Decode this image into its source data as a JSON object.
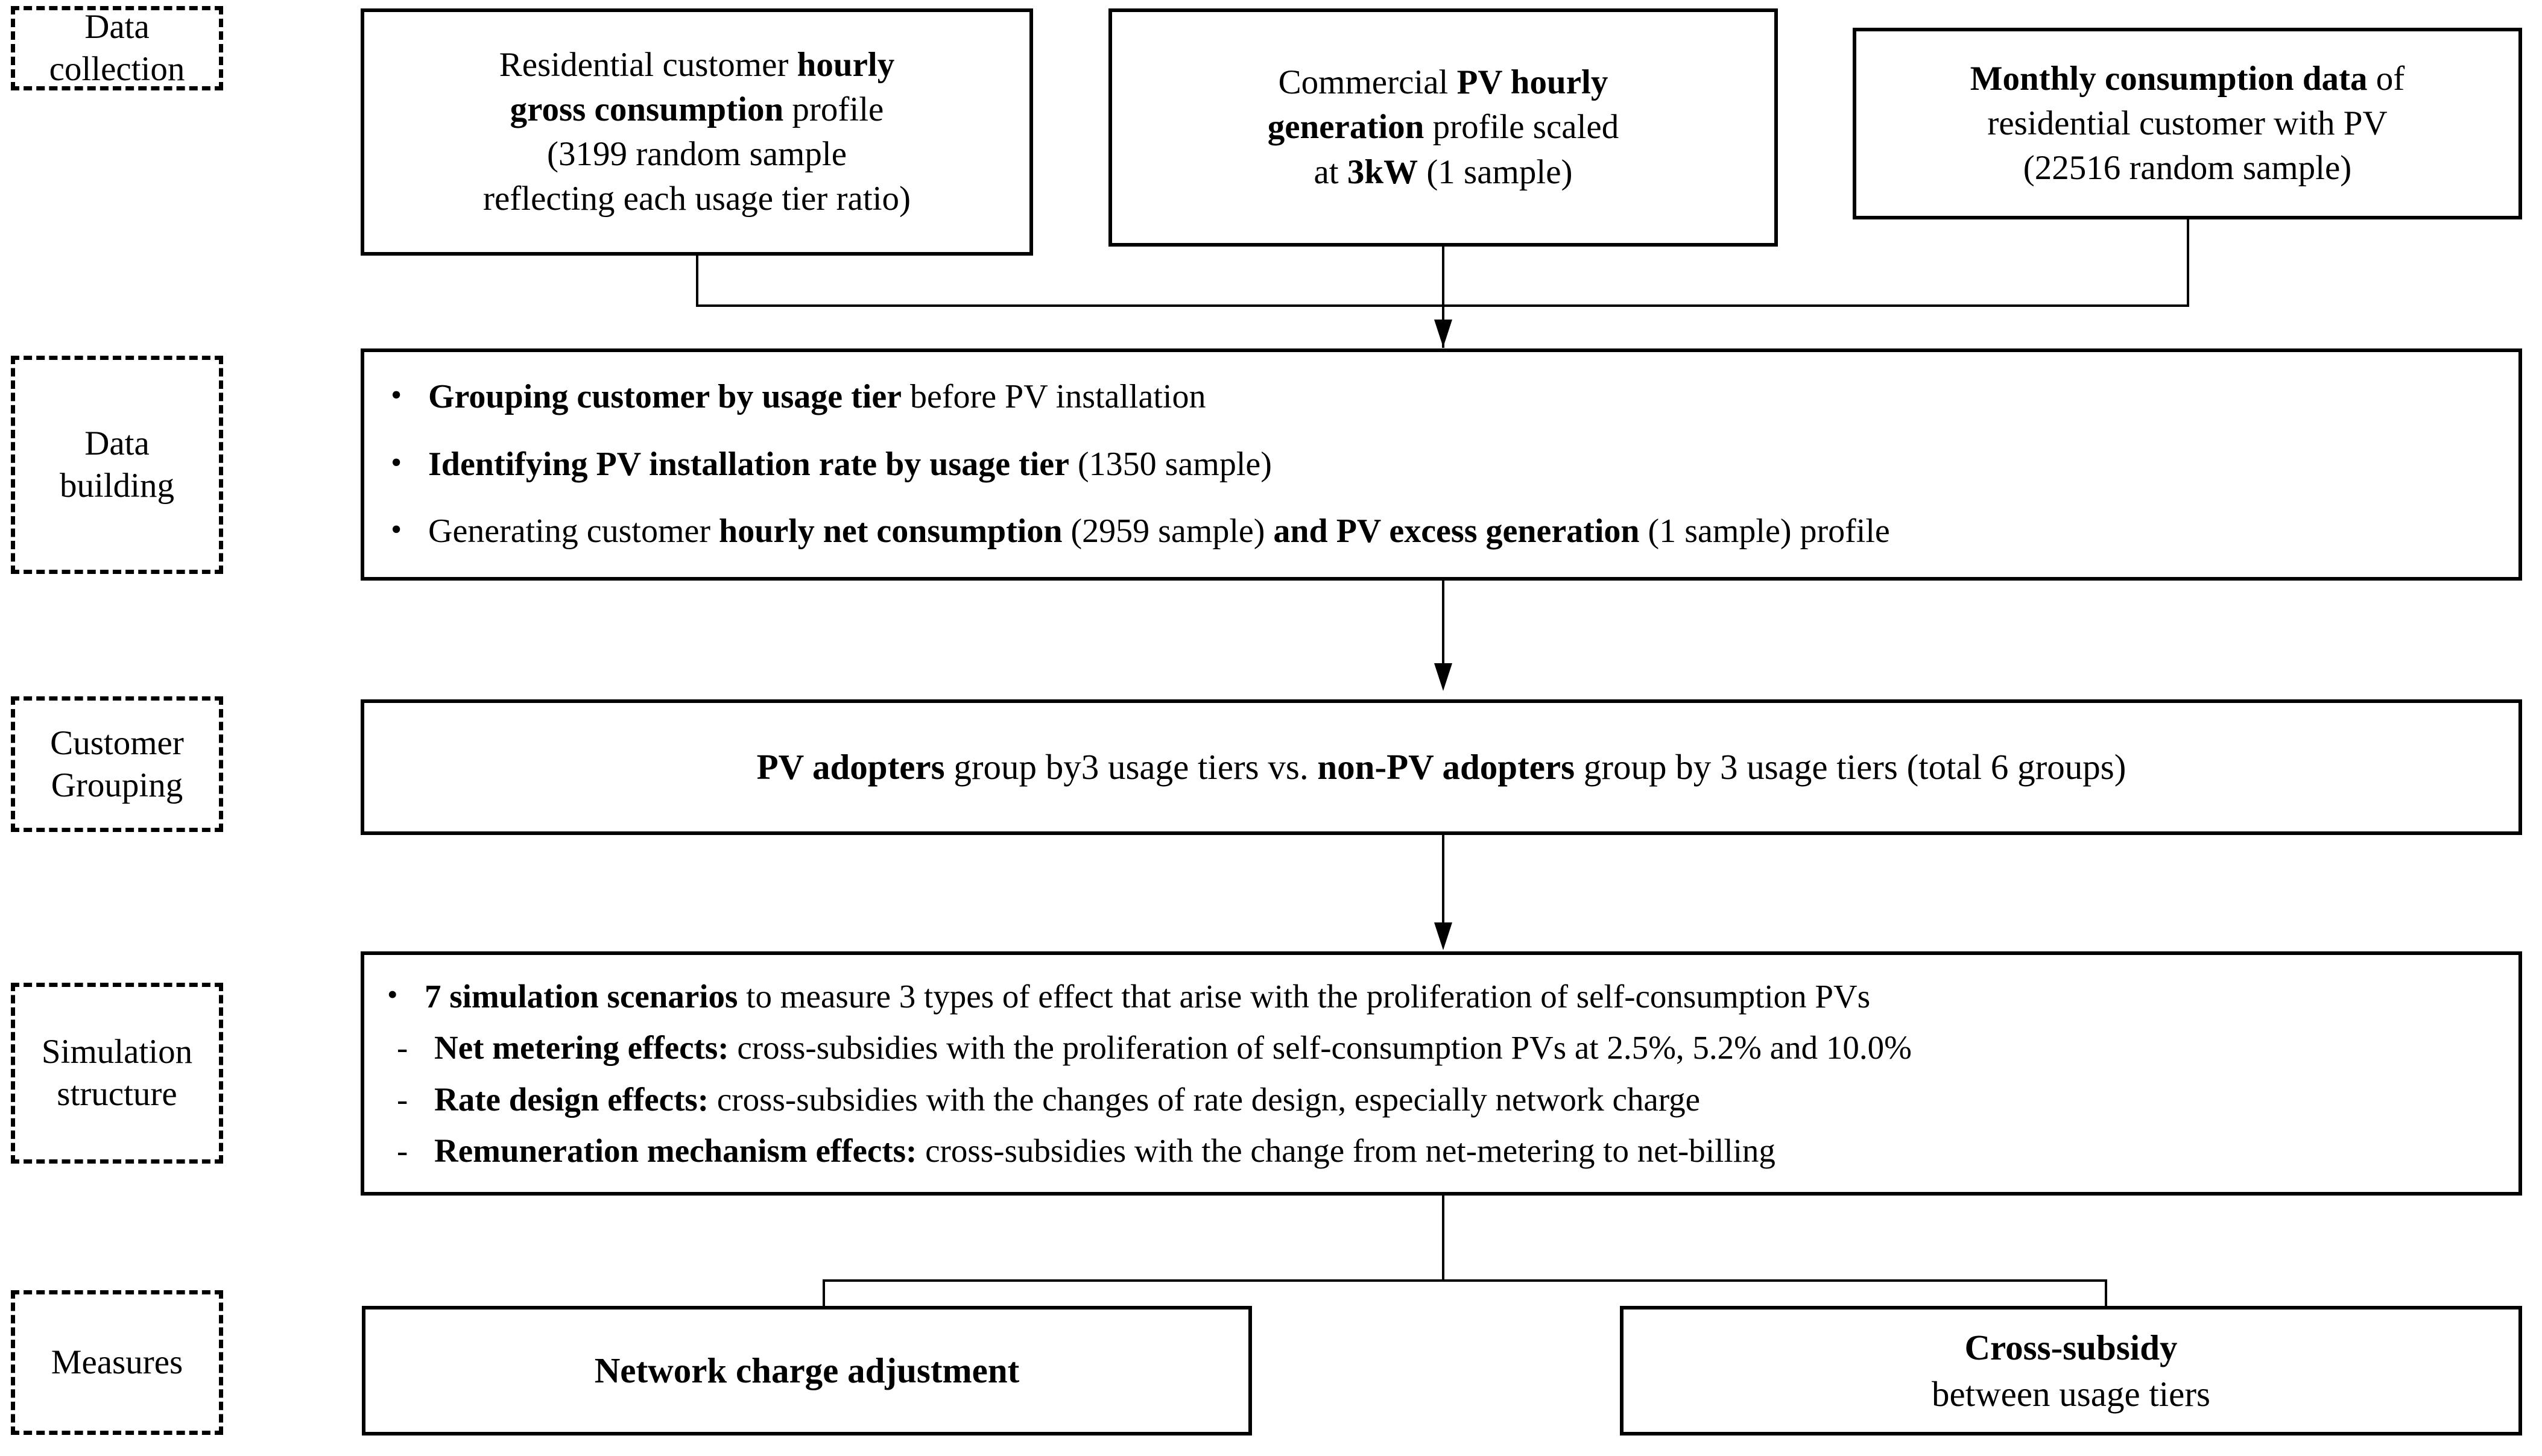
{
  "stages": [
    {
      "id": "data-collection",
      "lines": [
        "Data",
        "collection"
      ]
    },
    {
      "id": "data-building",
      "lines": [
        "Data",
        "building"
      ]
    },
    {
      "id": "customer-grouping",
      "lines": [
        "Customer",
        "Grouping"
      ]
    },
    {
      "id": "simulation-structure",
      "lines": [
        "Simulation",
        "structure"
      ]
    },
    {
      "id": "measures",
      "lines": [
        "Measures"
      ]
    }
  ],
  "data_collection": {
    "box1": {
      "line1_plain": "Residential customer ",
      "line1_bold": "hourly",
      "line2_bold": "gross consumption",
      "line2_plain": " profile",
      "line3": "(3199 random sample",
      "line4": "reflecting  each usage tier ratio)"
    },
    "box2": {
      "line1_plain": "Commercial ",
      "line1_bold": "PV hourly",
      "line2_bold": "generation",
      "line2_plain": " profile scaled",
      "line3_plain_a": "at ",
      "line3_bold": "3kW",
      "line3_plain_b": " (1 sample)"
    },
    "box3": {
      "line1_bold": "Monthly consumption data",
      "line1_plain": " of",
      "line2": "residential  customer with PV",
      "line3": "(22516 random sample)"
    }
  },
  "data_building": {
    "bullet_mark": "•",
    "items": [
      {
        "bold": "Grouping customer by usage tier",
        "plain": " before PV installation"
      },
      {
        "bold": "Identifying PV installation rate by usage tier",
        "plain": " (1350  sample)"
      }
    ],
    "item3": {
      "plain_a": "Generating customer ",
      "bold_a": "hourly net consumption",
      "plain_b": " (2959  sample) ",
      "bold_b": "and PV excess generation",
      "plain_c": " (1 sample) profile"
    }
  },
  "customer_grouping": {
    "bold_a": "PV adopters",
    "plain_a": " group by3 usage tiers vs. ",
    "bold_b": "non-PV adopters",
    "plain_b": " group by 3 usage tiers (total 6 groups)"
  },
  "simulation_structure": {
    "dot_mark": "•",
    "dash_mark": "-",
    "item1": {
      "bold": "7 simulation scenarios",
      "plain": " to measure 3 types of effect that arise with the proliferation of self-consumption PVs"
    },
    "item2": {
      "bold": "Net metering effects:",
      "plain": "  cross-subsidies with the proliferation  of self-consumption PVs at 2.5%, 5.2% and 10.0%"
    },
    "item3": {
      "bold": "Rate design effects:",
      "plain": " cross-subsidies with the changes of rate design, especially  network charge"
    },
    "item4": {
      "bold": "Remuneration mechanism effects:",
      "plain": " cross-subsidies with the change from net-metering to net-billing"
    }
  },
  "measures": {
    "left": {
      "bold": "Network charge adjustment"
    },
    "right": {
      "bold": "Cross-subsidy",
      "plain": "between usage tiers"
    }
  },
  "colors": {
    "stroke": "#000000",
    "background": "#ffffff"
  }
}
